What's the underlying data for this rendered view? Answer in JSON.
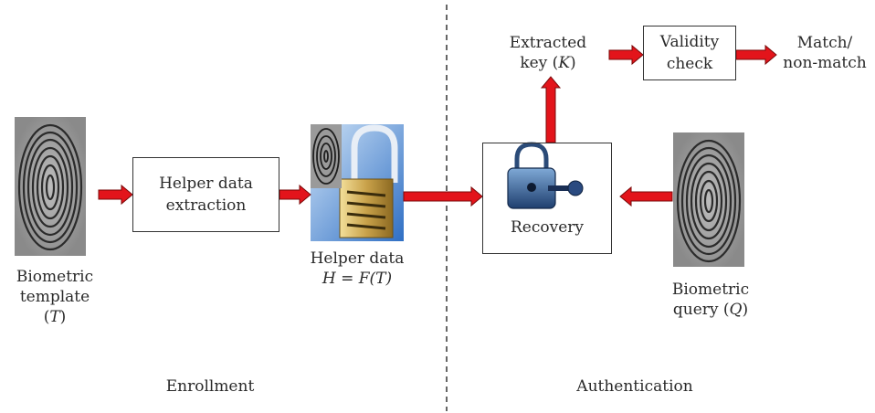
{
  "enrollment": {
    "template_label_line1": "Biometric",
    "template_label_line2_text": "template (",
    "template_label_symbol": "T",
    "template_label_close": ")",
    "helper_extraction_line1": "Helper data",
    "helper_extraction_line2": "extraction",
    "helper_data_line1": "Helper data",
    "helper_data_formula": "H = F(T)",
    "section_label": "Enrollment"
  },
  "authentication": {
    "extracted_key_line1": "Extracted",
    "extracted_key_line2_text": "key (",
    "extracted_key_symbol": "K",
    "extracted_key_close": ")",
    "validity_line1": "Validity",
    "validity_line2": "check",
    "match_line1": "Match/",
    "match_line2": "non-match",
    "recovery_label": "Recovery",
    "query_label_line1": "Biometric",
    "query_label_line2_text": "query (",
    "query_label_symbol": "Q",
    "query_label_close": ")",
    "section_label": "Authentication"
  },
  "colors": {
    "arrow_fill": "#e3141b",
    "arrow_stroke": "#7a0a0a",
    "box_border": "#333333",
    "divider": "#333333"
  },
  "icons": [
    "fingerprint-template-image",
    "helper-data-lock-image",
    "padlock-key-icon",
    "fingerprint-query-image"
  ]
}
